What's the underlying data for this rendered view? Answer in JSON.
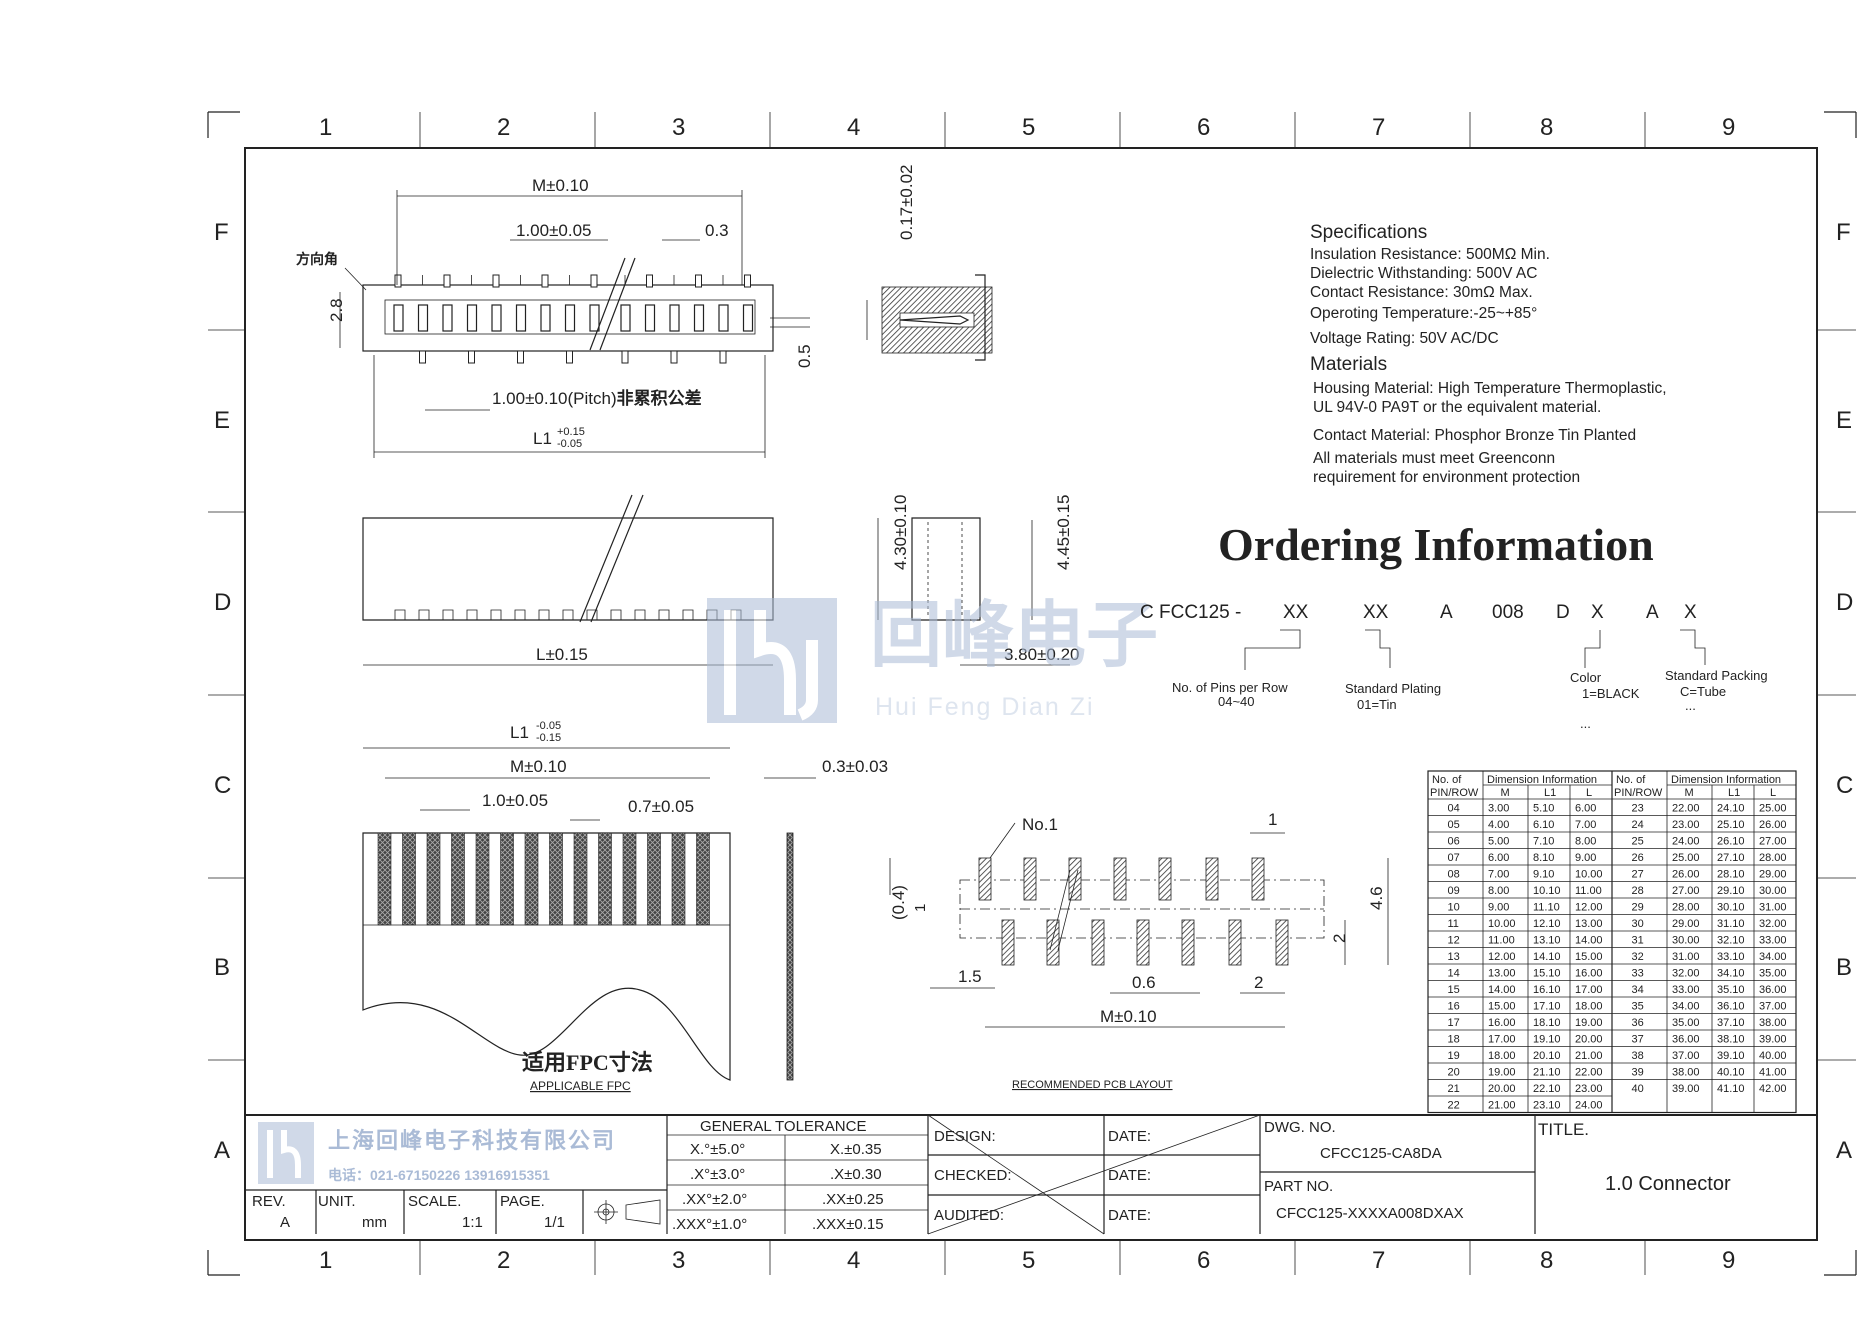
{
  "frame": {
    "columns": [
      "1",
      "2",
      "3",
      "4",
      "5",
      "6",
      "7",
      "8",
      "9"
    ],
    "rows": [
      "F",
      "E",
      "D",
      "C",
      "B",
      "A"
    ]
  },
  "top_view": {
    "m_dim": "M±0.10",
    "pitch_dim": "1.00±0.05",
    "pin_width": "0.3",
    "direction_mark": "方向角",
    "height": "2.8",
    "offset": "0.5",
    "pitch_note": "1.00±0.10(Pitch)",
    "pitch_note_cn": "非累积公差",
    "l1_base": "L1",
    "l1_tol_upper": "+0.15",
    "l1_tol_lower": "-0.05"
  },
  "side_view": {
    "thickness": "0.17±0.02"
  },
  "front_view": {
    "l_dim": "L±0.15",
    "h1": "4.30±0.10",
    "h2": "4.45±0.15",
    "depth": "3.80±0.20"
  },
  "fpc_view": {
    "l1_base": "L1",
    "l1_tol_upper": "-0.05",
    "l1_tol_lower": "-0.15",
    "m_dim": "M±0.10",
    "pitch": "1.0±0.05",
    "width": "0.7±0.05",
    "thickness": "0.3±0.03",
    "title_cn": "适用FPC寸法",
    "title_en": "APPLICABLE FPC"
  },
  "pcb_layout": {
    "no1": "No.1",
    "pitch": "1",
    "offset": "(0.4)",
    "row_gap": "1",
    "height": "4.6",
    "pad_len": "2",
    "edge": "1.5",
    "pad_width": "0.6",
    "pad_pitch": "2",
    "m_dim": "M±0.10",
    "caption": "RECOMMENDED PCB LAYOUT"
  },
  "specifications": {
    "title": "Specifications",
    "lines": [
      "Insulation Resistance: 500MΩ Min.",
      "Dielectric Withstanding:   500V AC",
      "Contact Resistance:   30mΩ Max.",
      "Operoting Temperature:-25~+85°",
      "Voltage Rating: 50V AC/DC"
    ],
    "materials_title": "Materials",
    "material_lines": [
      "Housing Material: High Temperature Thermoplastic,",
      "UL 94V-0 PA9T or the equivalent material.",
      "Contact Material: Phosphor Bronze  Tin Planted",
      "All materials must meet Greenconn",
      "requirement for environment protection"
    ]
  },
  "ordering": {
    "title": "Ordering Information",
    "code": [
      "C FCC125 -",
      "XX",
      "XX",
      "A",
      "008",
      "D",
      "X",
      "A",
      "X"
    ],
    "labels": {
      "pins": "No. of Pins per Row",
      "pins_range": "04~40",
      "plating": "Standard Plating",
      "plating_val": "01=Tin",
      "color": "Color",
      "color_val": "1=BLACK",
      "color_more": "...",
      "packing": "Standard Packing",
      "packing_val": "C=Tube",
      "packing_more": "..."
    }
  },
  "dim_table": {
    "header_left": "No. of PIN/ROW",
    "header_dim": "Dimension Information",
    "cols": [
      "M",
      "L1",
      "L"
    ],
    "left": [
      [
        "04",
        "3.00",
        "5.10",
        "6.00"
      ],
      [
        "05",
        "4.00",
        "6.10",
        "7.00"
      ],
      [
        "06",
        "5.00",
        "7.10",
        "8.00"
      ],
      [
        "07",
        "6.00",
        "8.10",
        "9.00"
      ],
      [
        "08",
        "7.00",
        "9.10",
        "10.00"
      ],
      [
        "09",
        "8.00",
        "10.10",
        "11.00"
      ],
      [
        "10",
        "9.00",
        "11.10",
        "12.00"
      ],
      [
        "11",
        "10.00",
        "12.10",
        "13.00"
      ],
      [
        "12",
        "11.00",
        "13.10",
        "14.00"
      ],
      [
        "13",
        "12.00",
        "14.10",
        "15.00"
      ],
      [
        "14",
        "13.00",
        "15.10",
        "16.00"
      ],
      [
        "15",
        "14.00",
        "16.10",
        "17.00"
      ],
      [
        "16",
        "15.00",
        "17.10",
        "18.00"
      ],
      [
        "17",
        "16.00",
        "18.10",
        "19.00"
      ],
      [
        "18",
        "17.00",
        "19.10",
        "20.00"
      ],
      [
        "19",
        "18.00",
        "20.10",
        "21.00"
      ],
      [
        "20",
        "19.00",
        "21.10",
        "22.00"
      ],
      [
        "21",
        "20.00",
        "22.10",
        "23.00"
      ],
      [
        "22",
        "21.00",
        "23.10",
        "24.00"
      ]
    ],
    "right": [
      [
        "23",
        "22.00",
        "24.10",
        "25.00"
      ],
      [
        "24",
        "23.00",
        "25.10",
        "26.00"
      ],
      [
        "25",
        "24.00",
        "26.10",
        "27.00"
      ],
      [
        "26",
        "25.00",
        "27.10",
        "28.00"
      ],
      [
        "27",
        "26.00",
        "28.10",
        "29.00"
      ],
      [
        "28",
        "27.00",
        "29.10",
        "30.00"
      ],
      [
        "29",
        "28.00",
        "30.10",
        "31.00"
      ],
      [
        "30",
        "29.00",
        "31.10",
        "32.00"
      ],
      [
        "31",
        "30.00",
        "32.10",
        "33.00"
      ],
      [
        "32",
        "31.00",
        "33.10",
        "34.00"
      ],
      [
        "33",
        "32.00",
        "34.10",
        "35.00"
      ],
      [
        "34",
        "33.00",
        "35.10",
        "36.00"
      ],
      [
        "35",
        "34.00",
        "36.10",
        "37.00"
      ],
      [
        "36",
        "35.00",
        "37.10",
        "38.00"
      ],
      [
        "37",
        "36.00",
        "38.10",
        "39.00"
      ],
      [
        "38",
        "37.00",
        "39.10",
        "40.00"
      ],
      [
        "39",
        "38.00",
        "40.10",
        "41.00"
      ],
      [
        "40",
        "39.00",
        "41.10",
        "42.00"
      ]
    ]
  },
  "title_block": {
    "company": "上海回峰电子科技有限公司",
    "phone": "电话：021-67150226  13916915351",
    "rev_label": "REV.",
    "rev": "A",
    "unit_label": "UNIT.",
    "unit": "mm",
    "scale_label": "SCALE.",
    "scale": "1:1",
    "page_label": "PAGE.",
    "page": "1/1",
    "tol_title": "GENERAL TOLERANCE",
    "tol": [
      [
        "X.°±5.0°",
        "X.±0.35"
      ],
      [
        ".X°±3.0°",
        ".X±0.30"
      ],
      [
        ".XX°±2.0°",
        ".XX±0.25"
      ],
      [
        ".XXX°±1.0°",
        ".XXX±0.15"
      ]
    ],
    "design": "DESIGN:",
    "checked": "CHECKED:",
    "audited": "AUDITED:",
    "date": "DATE:",
    "dwg_label": "DWG. NO.",
    "dwg": "CFCC125-CA8DA",
    "part_label": "PART NO.",
    "part": "CFCC125-XXXXA008DXAX",
    "title_label": "TITLE.",
    "title": "1.0 Connector"
  },
  "watermark": {
    "cn": "回峰电子",
    "en": "Hui Feng Dian Zi"
  }
}
